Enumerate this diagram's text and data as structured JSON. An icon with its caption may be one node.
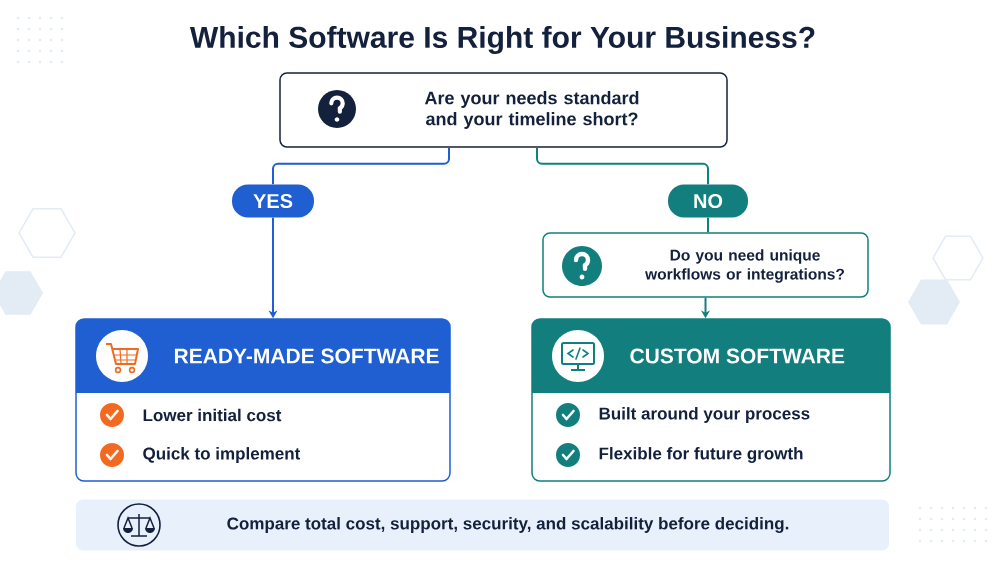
{
  "diagram": {
    "title": "Which Software Is Right for Your Business?",
    "nodes": [
      {
        "text": [
          "Are your needs standard and your timeline short?"
        ]
      },
      {
        "text": [
          "YES"
        ]
      },
      {
        "text": [
          "NO"
        ]
      },
      {
        "text": [
          "Do you need unique workflows or integrations?"
        ]
      },
      {
        "text": [
          "READY-MADE SOFTWARE",
          "Lower initial cost",
          "Quick to implement"
        ]
      },
      {
        "text": [
          "CUSTOM SOFTWARE",
          "Built around your process",
          "Flexible for future growth"
        ]
      },
      {
        "text": [
          "Compare total cost, support, security, and scalability before deciding."
        ]
      }
    ],
    "edges": [
      {
        "from": 0,
        "to": 1,
        "arrow": "none",
        "color": "#1f5fd1"
      },
      {
        "from": 1,
        "to": 4,
        "arrow": "to",
        "color": "#1f5fd1"
      },
      {
        "from": 0,
        "to": 2,
        "arrow": "none"
      },
      {
        "from": 2,
        "to": 3,
        "arrow": "none"
      },
      {
        "from": 3,
        "to": 5,
        "arrow": "to"
      }
    ]
  }
}
